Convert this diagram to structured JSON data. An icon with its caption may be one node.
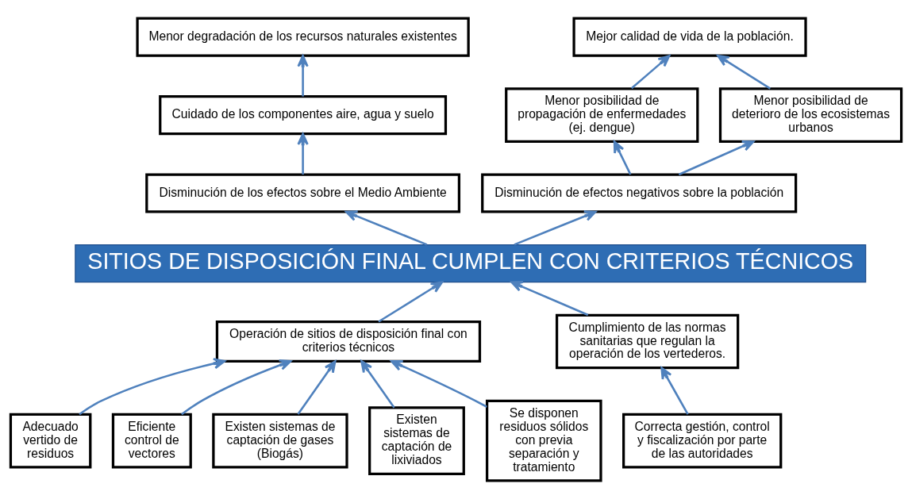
{
  "diagram": {
    "nodes": [
      {
        "text": [
          "Menor degradación de los recursos naturales existentes"
        ]
      },
      {
        "text": [
          "Mejor calidad de vida de la población."
        ]
      },
      {
        "text": [
          "Menor posibilidad de propagación de enfermedades (ej. dengue)"
        ]
      },
      {
        "text": [
          "Menor posibilidad de deterioro de los ecosistemas urbanos"
        ]
      },
      {
        "text": [
          "Cuidado de los componentes aire, agua y suelo"
        ]
      },
      {
        "text": [
          "Disminución de los efectos sobre el Medio Ambiente"
        ]
      },
      {
        "text": [
          "Disminución de efectos negativos sobre la población"
        ]
      },
      {
        "text": [
          "SITIOS DE DISPOSICIÓN FINAL CUMPLEN CON CRITERIOS TÉCNICOS"
        ]
      },
      {
        "text": [
          "Operación de sitios de disposición final con criterios técnicos"
        ]
      },
      {
        "text": [
          "Cumplimiento de las normas sanitarias que regulan la operación de los vertederos."
        ]
      },
      {
        "text": [
          "Adecuado vertido de residuos"
        ]
      },
      {
        "text": [
          "Eficiente control de vectores"
        ]
      },
      {
        "text": [
          "Existen sistemas de captación de gases (Biogás)"
        ]
      },
      {
        "text": [
          "Existen sistemas de captación de lixiviados"
        ]
      },
      {
        "text": [
          "Se disponen residuos sólidos con previa separación y tratamiento"
        ]
      },
      {
        "text": [
          "Correcta gestión, control y fiscalización por parte de las autoridades"
        ]
      }
    ],
    "edges": [
      {
        "from": 7,
        "to": 5,
        "arrow": "to"
      },
      {
        "from": 7,
        "to": 6,
        "arrow": "to"
      },
      {
        "from": 5,
        "to": 4,
        "arrow": "to"
      },
      {
        "from": 4,
        "to": 0,
        "arrow": "to"
      },
      {
        "from": 6,
        "to": 2,
        "arrow": "to"
      },
      {
        "from": 6,
        "to": 3,
        "arrow": "to"
      },
      {
        "from": 2,
        "to": 1,
        "arrow": "to"
      },
      {
        "from": 3,
        "to": 1,
        "arrow": "to"
      },
      {
        "from": 8,
        "to": 7,
        "arrow": "to"
      },
      {
        "from": 9,
        "to": 7,
        "arrow": "to"
      },
      {
        "from": 10,
        "to": 8,
        "arrow": "to"
      },
      {
        "from": 11,
        "to": 8,
        "arrow": "to"
      },
      {
        "from": 12,
        "to": 8,
        "arrow": "to"
      },
      {
        "from": 13,
        "to": 8,
        "arrow": "to"
      },
      {
        "from": 14,
        "to": 8,
        "arrow": "to"
      },
      {
        "from": 15,
        "to": 9,
        "arrow": "to"
      }
    ]
  }
}
